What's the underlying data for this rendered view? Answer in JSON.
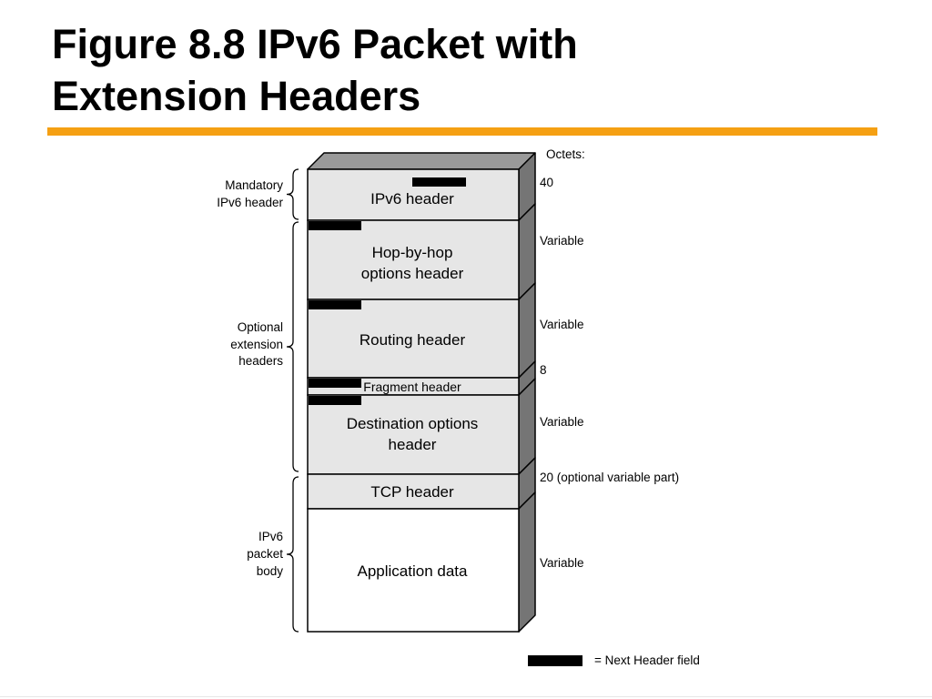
{
  "title": {
    "line1": "Figure 8.8 IPv6 Packet with",
    "line2": "Extension Headers"
  },
  "colors": {
    "accent_rule": "#f5a013",
    "box_fill": "#e6e6e6",
    "side_face": "#757575",
    "top_face": "#9a9a9a",
    "next_header_bar": "#000000"
  },
  "octets_heading": "Octets:",
  "stack": [
    {
      "id": "ipv6",
      "label_lines": [
        "IPv6 header"
      ],
      "octets": "40"
    },
    {
      "id": "hop-by-hop",
      "label_lines": [
        "Hop-by-hop",
        "options header"
      ],
      "octets": "Variable"
    },
    {
      "id": "routing",
      "label_lines": [
        "Routing header"
      ],
      "octets": "Variable"
    },
    {
      "id": "fragment",
      "label_lines": [
        "Fragment header"
      ],
      "octets": "8"
    },
    {
      "id": "destination",
      "label_lines": [
        "Destination options",
        "header"
      ],
      "octets": "Variable"
    },
    {
      "id": "tcp",
      "label_lines": [
        "TCP header"
      ],
      "octets": "20 (optional variable part)"
    },
    {
      "id": "application",
      "label_lines": [
        "Application data"
      ],
      "octets": "Variable"
    }
  ],
  "groups": [
    {
      "id": "mandatory",
      "lines": [
        "Mandatory",
        "IPv6 header"
      ]
    },
    {
      "id": "optional",
      "lines": [
        "Optional",
        "extension",
        "headers"
      ]
    },
    {
      "id": "body",
      "lines": [
        "IPv6",
        "packet",
        "body"
      ]
    }
  ],
  "legend": {
    "label": "= Next Header field"
  }
}
